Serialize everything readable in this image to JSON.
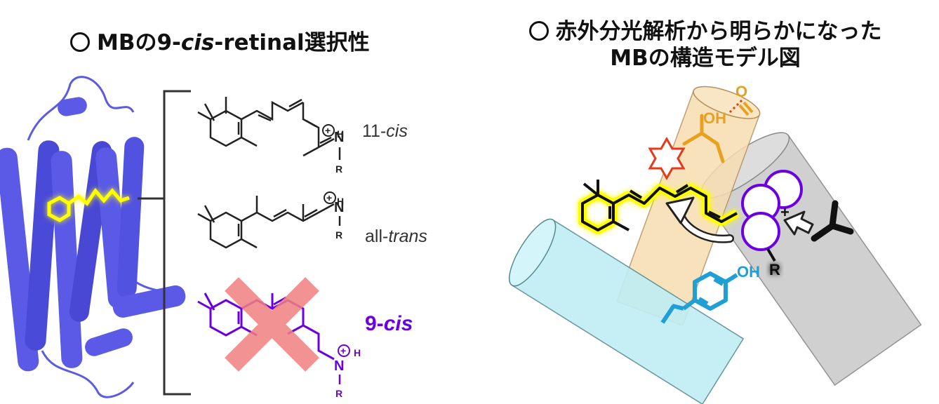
{
  "left_panel": {
    "title_marker": "〇",
    "title_pre": "MBの9-",
    "title_italic": "cis",
    "title_post": "-retinal選択性",
    "labels": {
      "c11_pre": "11-",
      "c11_italic": "cis",
      "alltrans_pre": "all-",
      "alltrans_italic": "trans",
      "c9_pre": "9-",
      "c9_italic": "cis"
    },
    "atoms": {
      "nitrogen": "N",
      "hydrogen": "H",
      "r_group": "R",
      "plus": "+"
    }
  },
  "right_panel": {
    "title_marker": "〇",
    "title_line1": "赤外分光解析から明らかになった",
    "title_line2": "MBの構造モデル図",
    "atoms": {
      "oh": "OH",
      "o": "O",
      "r_group": "R",
      "plus": "+"
    }
  },
  "colors": {
    "protein_blue": "#5a5ae6",
    "retinal_yellow": "#ffff00",
    "nine_cis_purple": "#6b00e0",
    "cross_red": "#f08080",
    "asp_orange": "#e8a020",
    "tyr_blue": "#1f9fd6",
    "helix_cyan": "#bfeef5",
    "helix_orange": "#f7ddb0",
    "helix_gray": "#cccccc"
  }
}
